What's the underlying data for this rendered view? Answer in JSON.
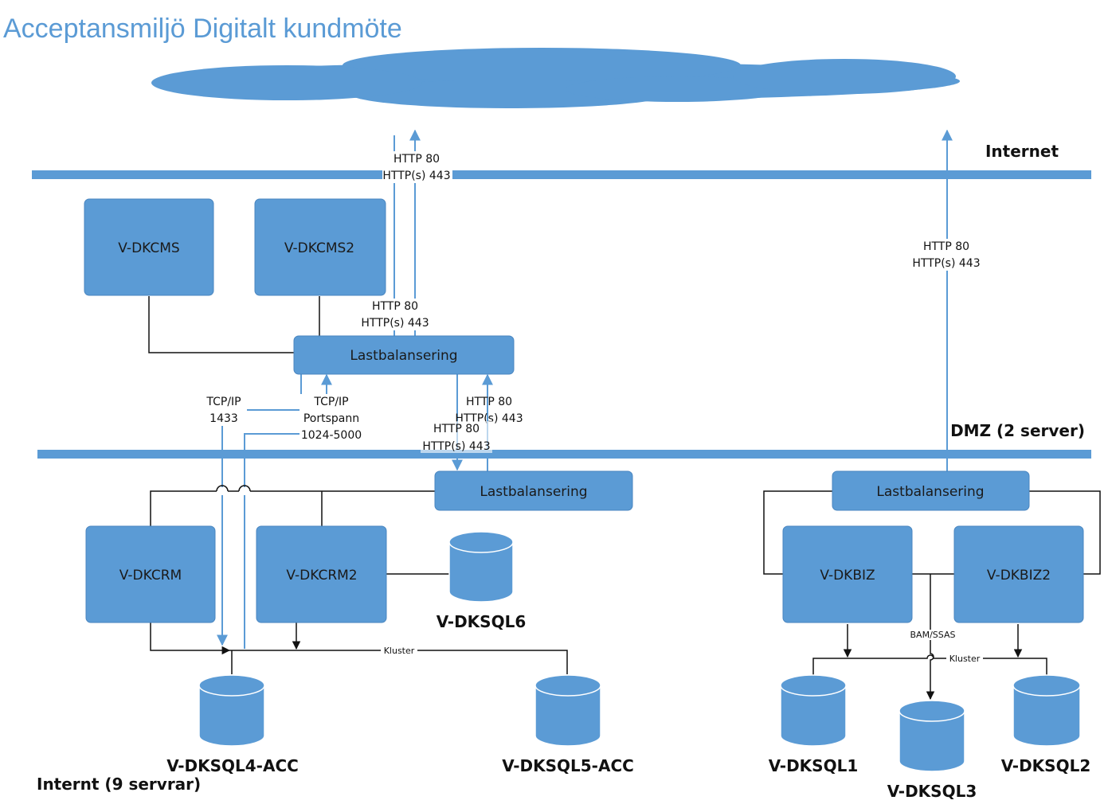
{
  "title": "Acceptansmiljö Digitalt kundmöte",
  "colors": {
    "accent": "#5b9bd5",
    "title": "#5b9bd5",
    "line": "#111111",
    "box_stroke": "#4a86c0"
  },
  "zones": {
    "internet": "Internet",
    "dmz": "DMZ (2 server)",
    "internal": "Internt (9 servrar)"
  },
  "servers": {
    "cms1": "V-DKCMS",
    "cms2": "V-DKCMS2",
    "crm1": "V-DKCRM",
    "crm2": "V-DKCRM2",
    "biz1": "V-DKBIZ",
    "biz2": "V-DKBIZ2"
  },
  "load_balancers": {
    "dmz": "Lastbalansering",
    "crm": "Lastbalansering",
    "biz": "Lastbalansering"
  },
  "databases": {
    "sql6": "V-DKSQL6",
    "sql4": "V-DKSQL4-ACC",
    "sql5": "V-DKSQL5-ACC",
    "sql1": "V-DKSQL1",
    "sql3": "V-DKSQL3",
    "sql2": "V-DKSQL2"
  },
  "protocols": {
    "http": "HTTP 80",
    "https": "HTTP(s) 443",
    "tcp": "TCP/IP",
    "port_1433": "1433",
    "portspann": "Portspann",
    "port_range": "1024-5000"
  },
  "annotations": {
    "kluster": "Kluster",
    "bam_ssas": "BAM/SSAS"
  }
}
